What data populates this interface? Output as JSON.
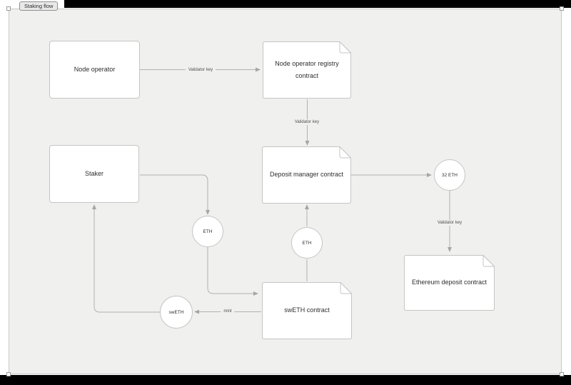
{
  "frame": {
    "label": "Staking flow"
  },
  "nodes": {
    "node_operator": {
      "label": "Node operator"
    },
    "registry": {
      "label": "Node operator registry contract"
    },
    "deposit_manager": {
      "label": "Deposit manager contract"
    },
    "ethereum_deposit": {
      "label": "Ethereum deposit contract"
    },
    "staker": {
      "label": "Staker"
    },
    "sweth_contract": {
      "label": "swETH contract"
    }
  },
  "tokens": {
    "eth_32": {
      "label": "32 ETH"
    },
    "eth_staker": {
      "label": "ETH"
    },
    "eth_sweth": {
      "label": "ETH"
    },
    "sweth": {
      "label": "swETH"
    }
  },
  "edges": {
    "validator_key_1": {
      "label": "Validator key"
    },
    "validator_key_2": {
      "label": "Validator key"
    },
    "validator_key_3": {
      "label": "Validator key"
    },
    "mint": {
      "label": "mint"
    }
  },
  "colors": {
    "canvas": "#f0f0ee",
    "frame_border": "#c9c9c9",
    "shape_border": "#c5c5c5",
    "connector": "#b1b1b1",
    "text": "#2e2e2e",
    "letterbox": "#000000"
  }
}
